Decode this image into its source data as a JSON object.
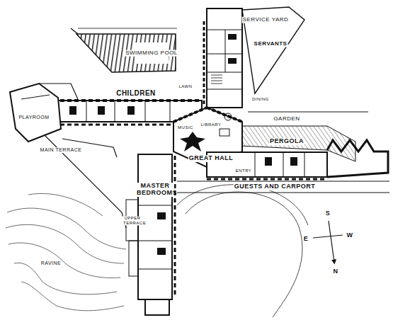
{
  "diagram": {
    "labels": [
      "SERVICE YARD",
      "SERVANTS",
      "SWIMMING POOL",
      "LAWN",
      "CHILDREN",
      "PLAYROOM",
      "GARDEN",
      "MUSIC",
      "LIBRARY",
      "DINING",
      "PERGOLA",
      "GREAT HALL",
      "ENTRY",
      "GUESTS AND CARPORT",
      "MAIN TERRACE",
      "MASTER BEDROOMS",
      "UPPER TERRACE",
      "RAVINE",
      "S",
      "E",
      "W",
      "N"
    ]
  }
}
